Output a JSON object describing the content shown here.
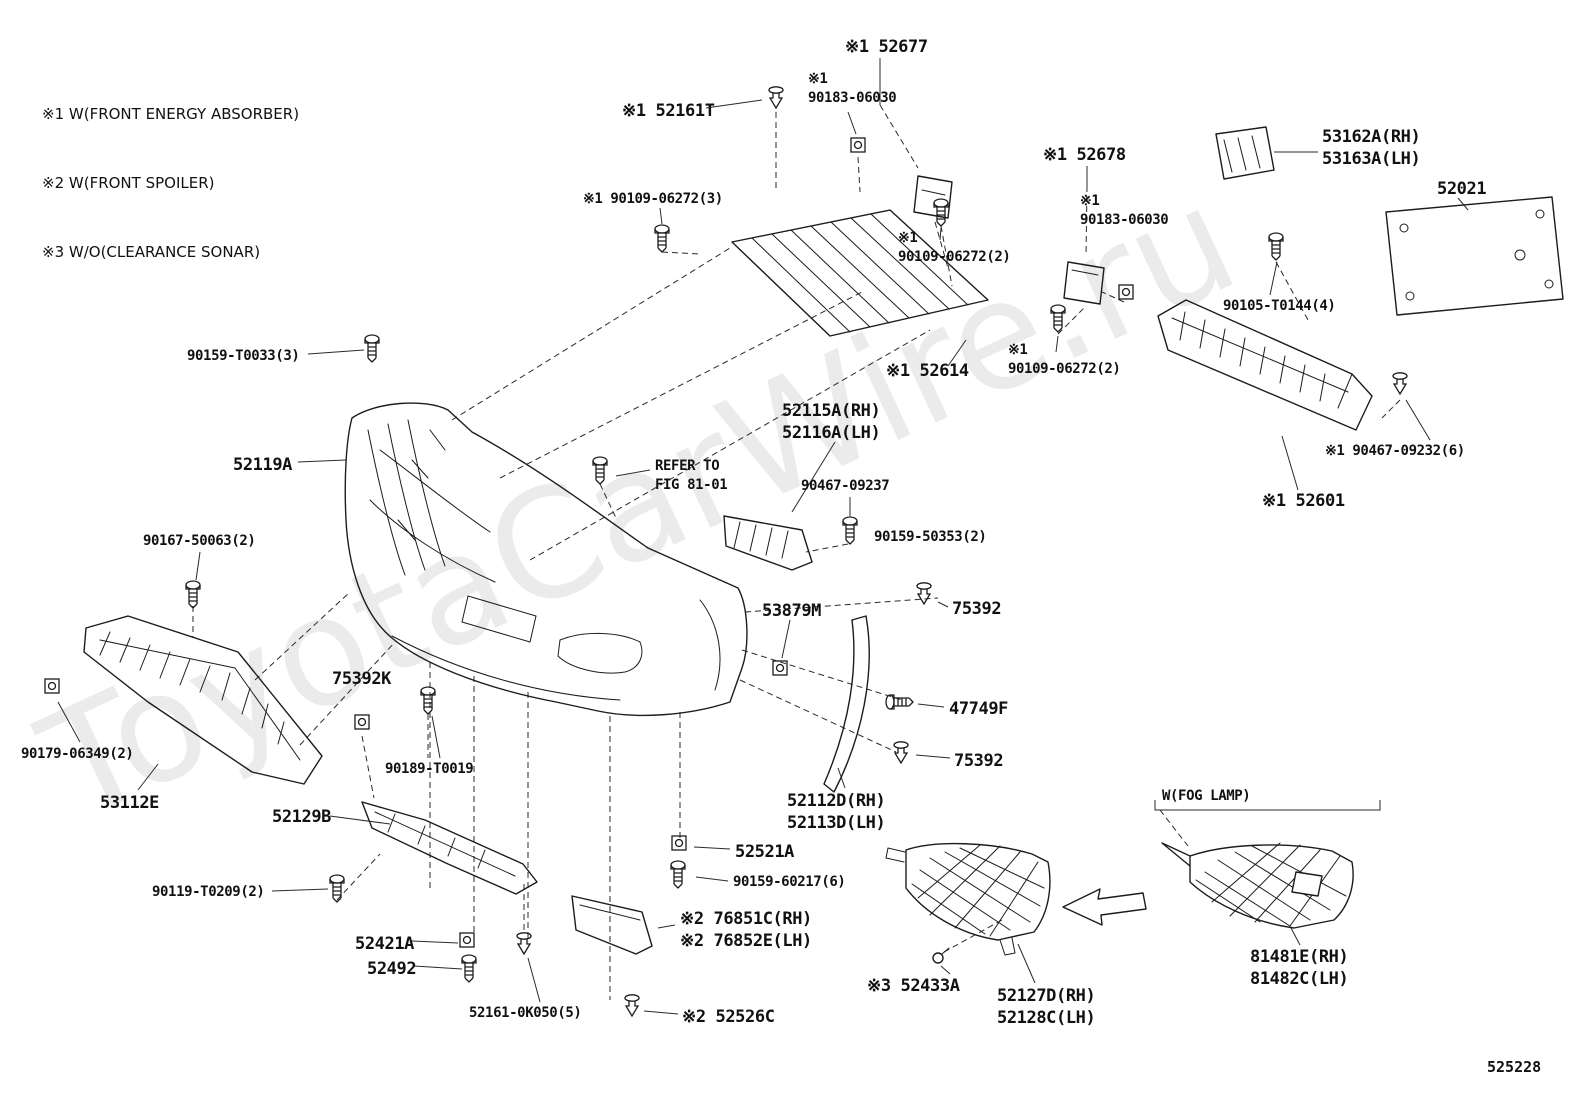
{
  "notes": [
    "※1 W(FRONT ENERGY ABSORBER)",
    "※2 W(FRONT SPOILER)",
    "※3 W/O(CLEARANCE SONAR)"
  ],
  "watermark": "ToyotaCarWire.ru",
  "sheet_number": "525228",
  "labels": [
    "※1 52677",
    "※1\n90183-06030",
    "※1 52161T",
    "※1 90109-06272(3)",
    "※1 52678",
    "※1\n90183-06030",
    "53162A(RH)\n53163A(LH)",
    "52021",
    "※1\n90109-06272(2)",
    "90105-T0144(4)",
    "※1\n90109-06272(2)",
    "※1 52614",
    "90159-T0033(3)",
    "52115A(RH)\n52116A(LH)",
    "52119A",
    "REFER TO\nFIG 81-01",
    "90467-09237",
    "※1 90467-09232(6)",
    "※1 52601",
    "90159-50353(2)",
    "90167-50063(2)",
    "53879M",
    "75392",
    "75392K",
    "47749F",
    "75392",
    "90179-06349(2)",
    "53112E",
    "90189-T0019",
    "52129B",
    "52112D(RH)\n52113D(LH)",
    "52521A",
    "90159-60217(6)",
    "90119-T0209(2)",
    "※2 76851C(RH)\n※2 76852E(LH)",
    "52421A",
    "52492",
    "52161-0K050(5)",
    "※2 52526C",
    "※3 52433A",
    "52127D(RH)\n52128C(LH)",
    "W(FOG LAMP)",
    "81481E(RH)\n81482C(LH)"
  ]
}
